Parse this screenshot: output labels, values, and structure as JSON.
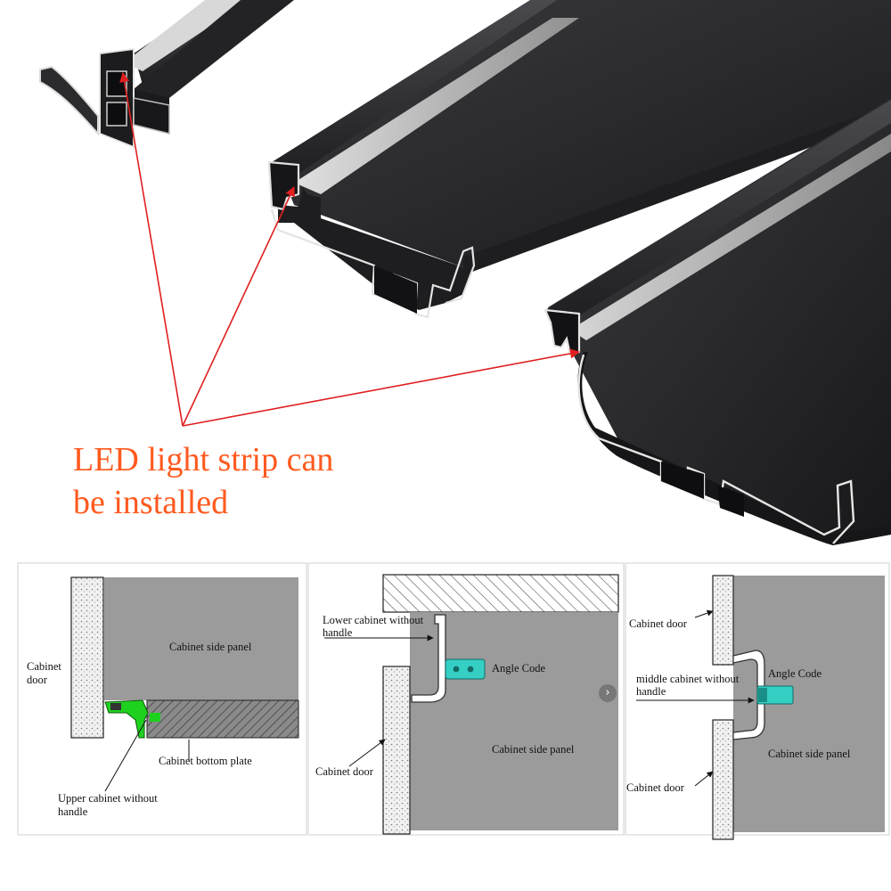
{
  "headline": {
    "line1": "LED light strip can",
    "line2": "be installed"
  },
  "colors": {
    "headline": "#ff5a1f",
    "arrows": "#e02020",
    "profile": "#2a2a2c",
    "panel": "#9b9b9b",
    "led_green": "#1fd11f",
    "angle_code": "#35cfc4"
  },
  "diagrams": {
    "left": {
      "cabinet_door": [
        "Cabinet",
        "door"
      ],
      "side_panel": "Cabinet side panel",
      "bottom_plate": "Cabinet bottom plate",
      "profile": [
        "Upper cabinet without",
        "handle"
      ]
    },
    "middle": {
      "profile": [
        "Lower cabinet without",
        "handle"
      ],
      "angle_code": "Angle Code",
      "side_panel": "Cabinet side panel",
      "cabinet_door": "Cabinet door"
    },
    "right": {
      "cabinet_door_top": "Cabinet door",
      "angle_code": "Angle Code",
      "profile": [
        "middle cabinet without",
        "handle"
      ],
      "side_panel": "Cabinet side panel",
      "cabinet_door_bottom": "Cabinet door"
    }
  },
  "icons": {
    "next": "chevron-right-icon"
  },
  "next_glyph": "›"
}
